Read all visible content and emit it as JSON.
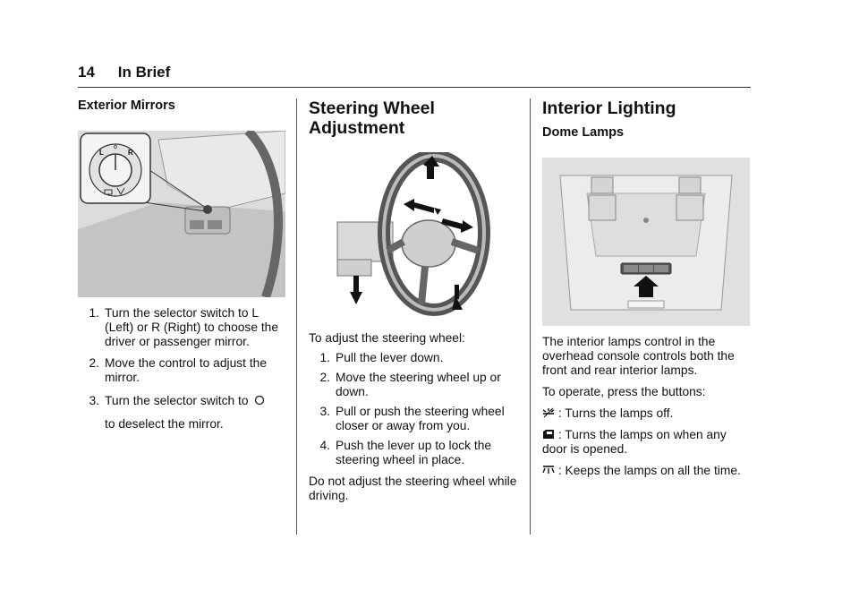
{
  "header": {
    "page_number": "14",
    "section": "In Brief"
  },
  "col1": {
    "heading": "Exterior Mirrors",
    "steps": [
      {
        "num": "1.",
        "text": "Turn the selector switch to L (Left) or R (Right) to choose the driver or passenger mirror."
      },
      {
        "num": "2.",
        "text": "Move the control to adjust the mirror."
      },
      {
        "num": "3.",
        "text": "Turn the selector switch to"
      }
    ],
    "knob_labels": {
      "left": "L",
      "center": "o",
      "right": "R"
    },
    "after_step3": "to deselect the mirror."
  },
  "col2": {
    "heading_line1": "Steering Wheel",
    "heading_line2": "Adjustment",
    "intro": "To adjust the steering wheel:",
    "steps": [
      {
        "num": "1.",
        "text": "Pull the lever down."
      },
      {
        "num": "2.",
        "text": "Move the steering wheel up or down."
      },
      {
        "num": "3.",
        "text": "Pull or push the steering wheel closer or away from you."
      },
      {
        "num": "4.",
        "text": "Push the lever up to lock the steering wheel in place."
      }
    ],
    "warning": "Do not adjust the steering wheel while driving."
  },
  "col3": {
    "heading": "Interior Lighting",
    "subheading": "Dome Lamps",
    "para1": "The interior lamps control in the overhead console controls both the front and rear interior lamps.",
    "para2": "To operate, press the buttons:",
    "items": [
      {
        "icon": "lamp-off-icon",
        "text": ": Turns the lamps off."
      },
      {
        "icon": "door-lamp-icon",
        "text": ": Turns the lamps on when any door is opened."
      },
      {
        "icon": "lamp-on-icon",
        "text": ": Keeps the lamps on all the time."
      }
    ]
  }
}
